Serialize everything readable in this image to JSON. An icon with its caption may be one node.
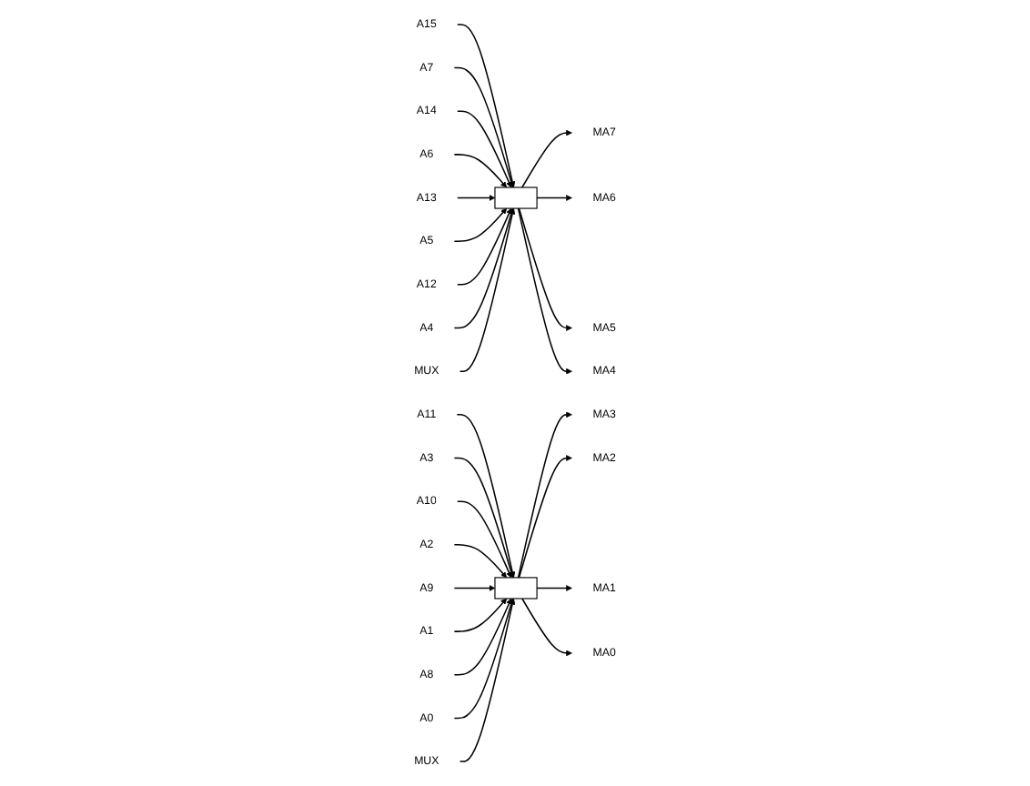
{
  "diagram": {
    "nodes": [
      {
        "text": [],
        "shape": "box"
      },
      {
        "text": [
          "A15"
        ]
      },
      {
        "text": [
          "A7"
        ]
      },
      {
        "text": [
          "A14"
        ]
      },
      {
        "text": [
          "A6"
        ]
      },
      {
        "text": [
          "A13"
        ]
      },
      {
        "text": [
          "A5"
        ]
      },
      {
        "text": [
          "A12"
        ]
      },
      {
        "text": [
          "A4"
        ]
      },
      {
        "text": [
          "MA7"
        ]
      },
      {
        "text": [
          "MA6"
        ]
      },
      {
        "text": [
          "MA5"
        ]
      },
      {
        "text": [
          "MA4"
        ]
      },
      {
        "text": [
          "MUX"
        ]
      },
      {
        "text": [],
        "shape": "box"
      },
      {
        "text": [
          "A11"
        ]
      },
      {
        "text": [
          "A3"
        ]
      },
      {
        "text": [
          "A10"
        ]
      },
      {
        "text": [
          "A2"
        ]
      },
      {
        "text": [
          "A9"
        ]
      },
      {
        "text": [
          "A1"
        ]
      },
      {
        "text": [
          "A8"
        ]
      },
      {
        "text": [
          "A0"
        ]
      },
      {
        "text": [
          "MA3"
        ]
      },
      {
        "text": [
          "MA2"
        ]
      },
      {
        "text": [
          "MA1"
        ]
      },
      {
        "text": [
          "MA0"
        ]
      },
      {
        "text": [
          "MUX"
        ]
      }
    ],
    "edges": [
      {
        "from": 1,
        "to": 0,
        "arrow": "to"
      },
      {
        "from": 2,
        "to": 0,
        "arrow": "to"
      },
      {
        "from": 3,
        "to": 0,
        "arrow": "to"
      },
      {
        "from": 4,
        "to": 0,
        "arrow": "to"
      },
      {
        "from": 5,
        "to": 0,
        "arrow": "to"
      },
      {
        "from": 6,
        "to": 0,
        "arrow": "to"
      },
      {
        "from": 7,
        "to": 0,
        "arrow": "to"
      },
      {
        "from": 8,
        "to": 0,
        "arrow": "to"
      },
      {
        "from": 0,
        "to": 9,
        "arrow": "to"
      },
      {
        "from": 0,
        "to": 10,
        "arrow": "to"
      },
      {
        "from": 0,
        "to": 11,
        "arrow": "to"
      },
      {
        "from": 0,
        "to": 12,
        "arrow": "to"
      },
      {
        "from": 13,
        "to": 0,
        "arrow": "to"
      },
      {
        "from": 15,
        "to": 14,
        "arrow": "to"
      },
      {
        "from": 16,
        "to": 14,
        "arrow": "to"
      },
      {
        "from": 17,
        "to": 14,
        "arrow": "to"
      },
      {
        "from": 18,
        "to": 14,
        "arrow": "to"
      },
      {
        "from": 19,
        "to": 14,
        "arrow": "to"
      },
      {
        "from": 20,
        "to": 14,
        "arrow": "to"
      },
      {
        "from": 21,
        "to": 14,
        "arrow": "to"
      },
      {
        "from": 22,
        "to": 14,
        "arrow": "to"
      },
      {
        "from": 14,
        "to": 23,
        "arrow": "to"
      },
      {
        "from": 14,
        "to": 24,
        "arrow": "to"
      },
      {
        "from": 14,
        "to": 25,
        "arrow": "to"
      },
      {
        "from": 14,
        "to": 26,
        "arrow": "to"
      },
      {
        "from": 27,
        "to": 14,
        "arrow": "to"
      }
    ]
  }
}
